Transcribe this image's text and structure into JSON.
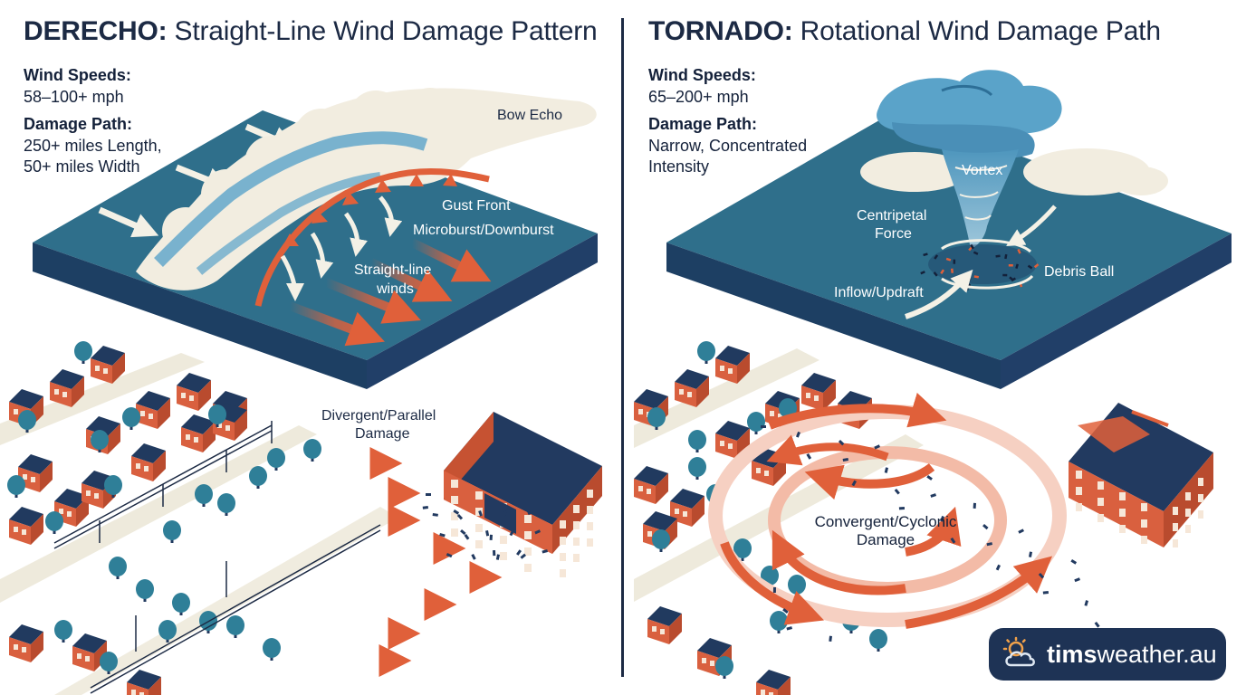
{
  "left": {
    "title_bold": "DERECHO:",
    "title_rest": " Straight-Line Wind Damage Pattern",
    "speed_heading": "Wind Speeds:",
    "speed_value": "58–100+ mph",
    "path_heading": "Damage Path:",
    "path_line1": "250+ miles Length,",
    "path_line2": "50+ miles Width",
    "labels": {
      "bow_echo": "Bow Echo",
      "gust_front": "Gust Front",
      "microburst": "Microburst/Downburst",
      "straight_line_1": "Straight-line",
      "straight_line_2": "winds",
      "divergent_1": "Divergent/Parallel",
      "divergent_2": "Damage"
    }
  },
  "right": {
    "title_bold": "TORNADO:",
    "title_rest": " Rotational Wind Damage Path",
    "speed_heading": "Wind Speeds:",
    "speed_value": "65–200+ mph",
    "path_heading": "Damage Path:",
    "path_line1": "Narrow, Concentrated",
    "path_line2": "Intensity",
    "labels": {
      "vortex": "Vortex",
      "centripetal_1": "Centripetal",
      "centripetal_2": "Force",
      "debris_ball": "Debris Ball",
      "inflow": "Inflow/Updraft",
      "convergent_1": "Convergent/Cyclonic",
      "convergent_2": "Damage"
    }
  },
  "badge": {
    "brand_bold": "tims",
    "brand_rest": "weather.au",
    "icon": "cloud-sun-icon"
  },
  "colors": {
    "ground_top": "#2f6f8b",
    "ground_side": "#1d3f63",
    "cloud": "#f2ede0",
    "cloud_blue": "#5aa3c9",
    "arrow": "#e0603a",
    "house_roof": "#213a5f",
    "house_wall": "#d9603f",
    "tree": "#2f7f98",
    "road": "#eeeadc",
    "text_dark": "#1c2a44"
  }
}
